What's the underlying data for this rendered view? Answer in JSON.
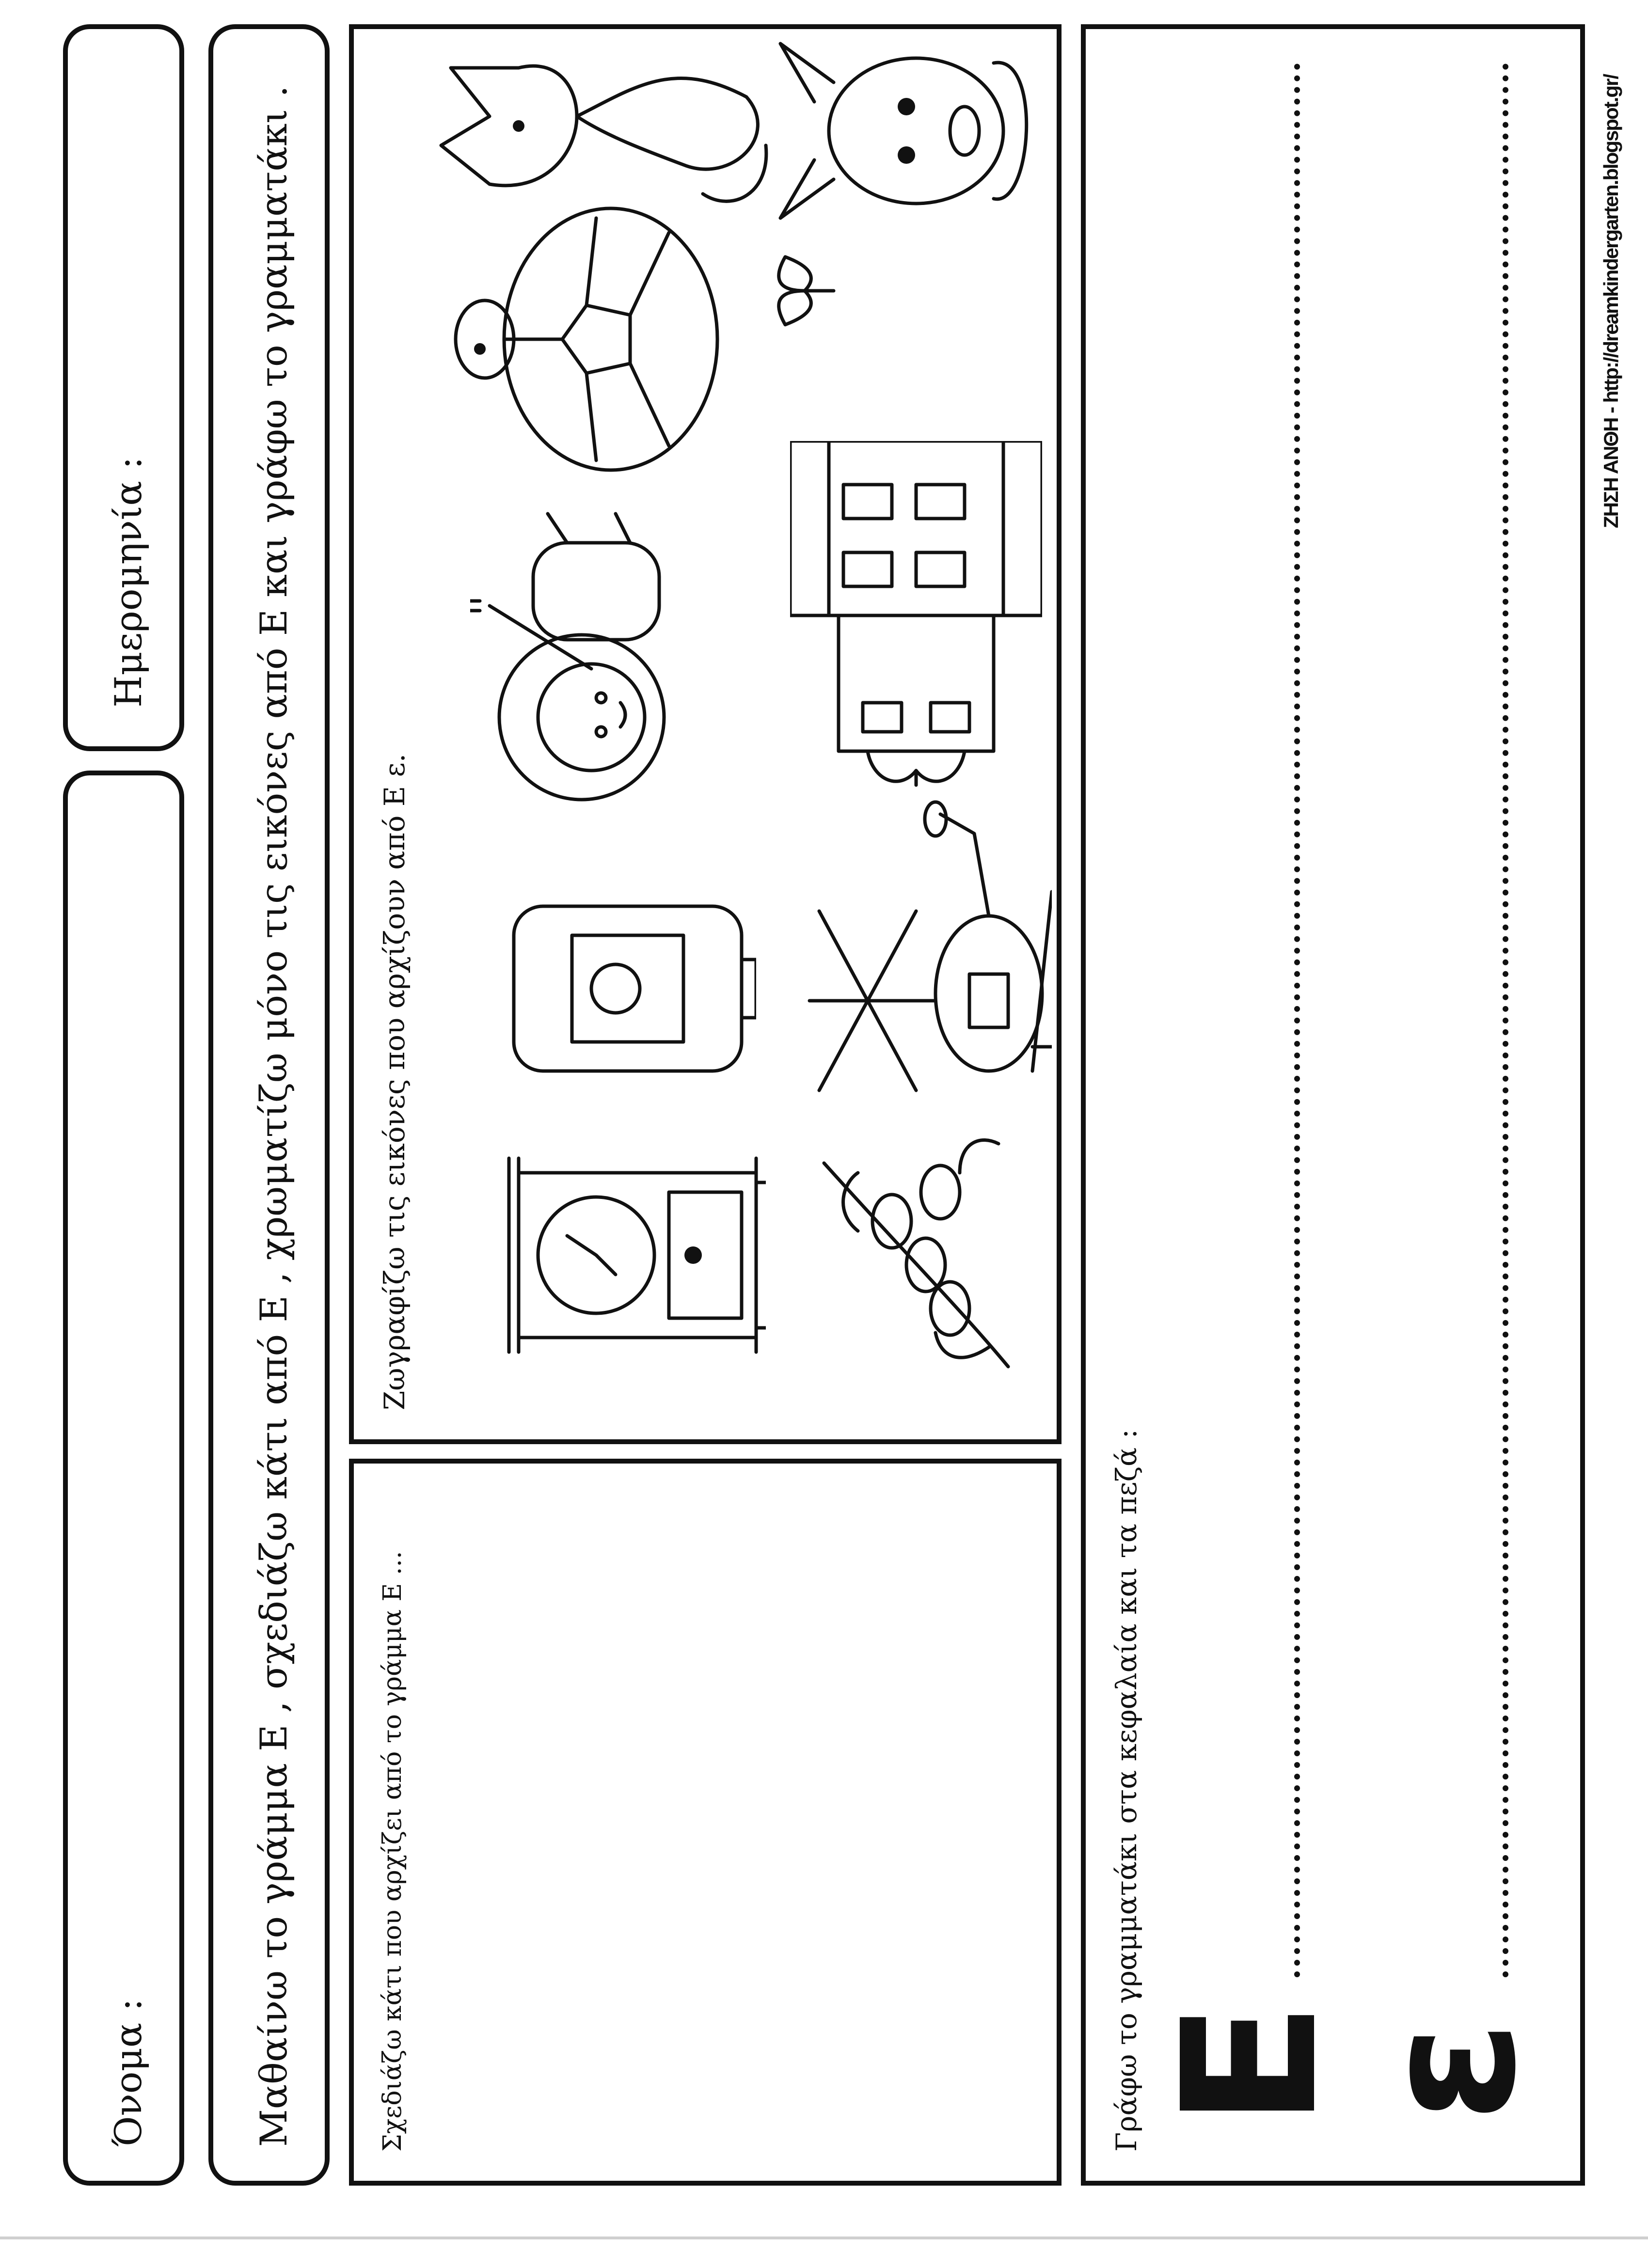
{
  "header": {
    "name_label": "Όνομα :",
    "date_label": "Ημερομηνία :"
  },
  "instructions": {
    "main": "Μαθαίνω το γράμμα Ε , σχεδιάζω κάτι από Ε , χρωματίζω μόνο τις εικόνες από Ε  και γράφω το γραμματάκι .",
    "draw_box": "Σχεδιάζω κάτι που αρχίζει από το γράμμα Ε ...",
    "color_box": "Ζωγραφίζω τις εικόνες που αρχίζουν από  Ε ε.",
    "write_box": "Γράφω το γραμματάκι στα κεφαλαία και τα πεζά :"
  },
  "writing": {
    "uppercase": "Ε",
    "lowercase": "ε"
  },
  "footer": {
    "credit": "ΖΗΣΗ ΑΝΘΗ - http://dreamkindergarten.blogspot.gr/"
  },
  "pictures": [
    "clock-icon",
    "olive-branch-icon",
    "oil-bottle-icon",
    "helicopter-icon",
    "fisher-child-icon",
    "church-icon",
    "turtle-icon",
    "fox-icon",
    "deer-icon",
    "butterfly-icon"
  ]
}
